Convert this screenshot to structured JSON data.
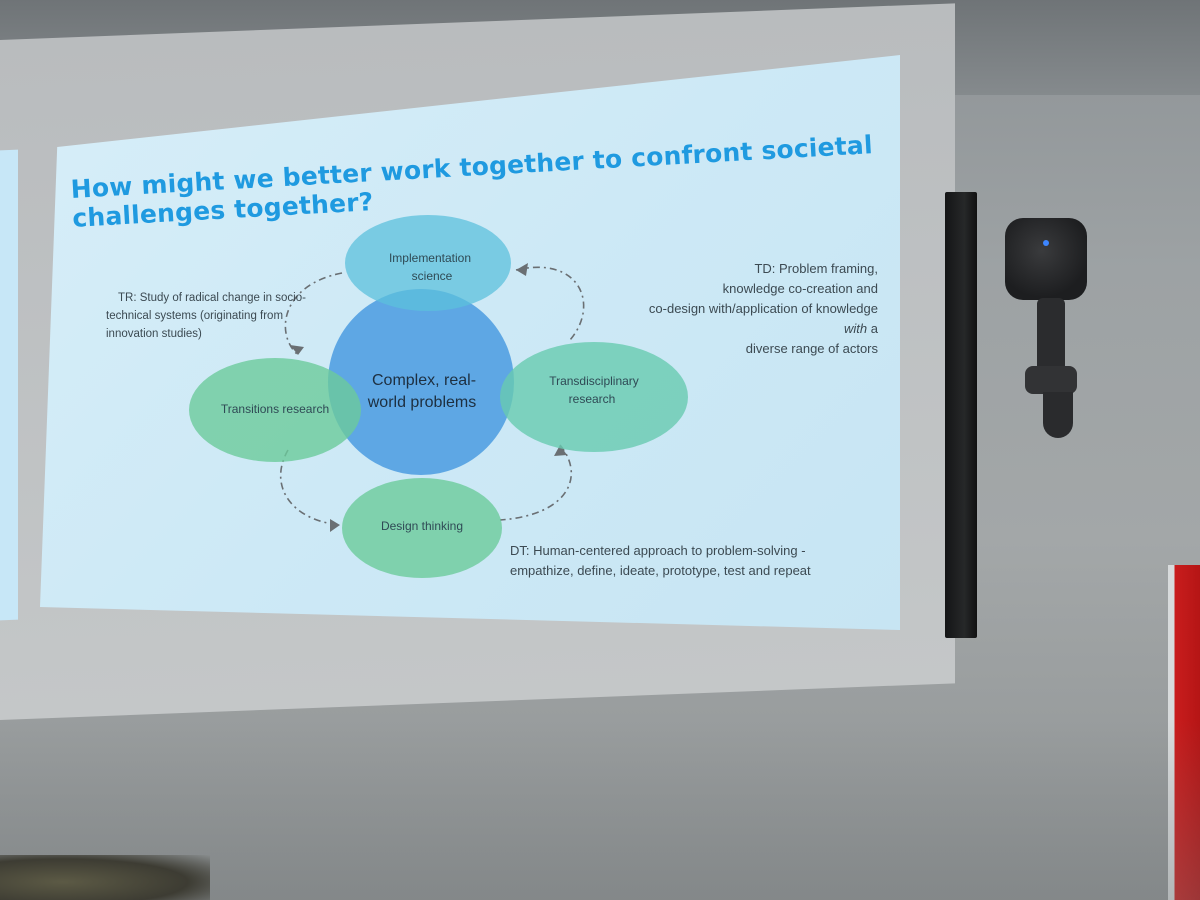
{
  "slide": {
    "title": "How might we better work together to confront societal challenges together?",
    "center": {
      "line1": "Complex, real-",
      "line2": "world problems"
    },
    "circles": {
      "top": {
        "line1": "Implementation",
        "line2": "science"
      },
      "left": {
        "line1": "Transitions research"
      },
      "right": {
        "line1": "Transdisciplinary",
        "line2": "research"
      },
      "bottom": {
        "line1": "Design thinking"
      }
    },
    "notes": {
      "tr": {
        "line1": "TR: Study of radical change in socio-",
        "line2": "technical systems  (originating from",
        "line3": "innovation studies)"
      },
      "td": {
        "line1": "TD: Problem framing,",
        "line2": "knowledge co-creation and",
        "line3": "co-design with/application of knowledge",
        "line4_italic": "with",
        "line4_rest": " a",
        "line5": "diverse range of actors"
      },
      "dt": {
        "line1": "DT: Human-centered approach to problem-solving -",
        "line2": "empathize, define, ideate, prototype, test and repeat"
      }
    },
    "colors": {
      "title": "#1f9ae0",
      "center_circle": "#4a9be0",
      "top_circle": "#5cc0dc",
      "green_circle": "#6ccb9b",
      "background": "#d2ebf7"
    }
  }
}
